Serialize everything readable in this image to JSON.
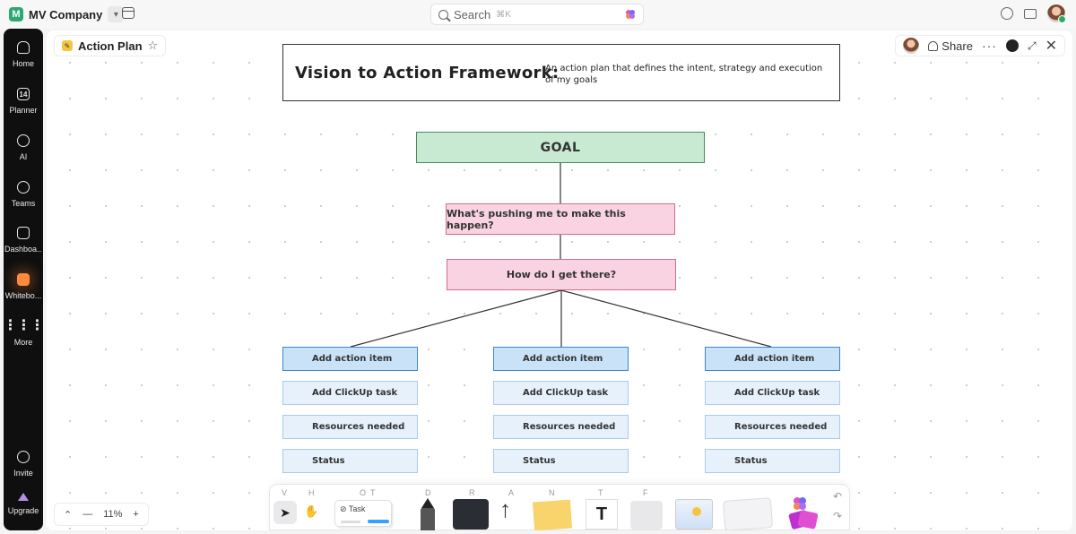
{
  "topbar": {
    "workspace_initial": "M",
    "workspace_name": "MV Company",
    "search_placeholder": "Search",
    "search_shortcut": "⌘K"
  },
  "sidebar": {
    "items": [
      {
        "label": "Home",
        "icon": "home-icon"
      },
      {
        "label": "Planner",
        "icon": "calendar-icon",
        "glyph": "14"
      },
      {
        "label": "AI",
        "icon": "ai-icon"
      },
      {
        "label": "Teams",
        "icon": "teams-icon"
      },
      {
        "label": "Dashboa...",
        "icon": "dashboard-icon"
      },
      {
        "label": "Whitebo...",
        "icon": "whiteboard-icon"
      },
      {
        "label": "More",
        "icon": "more-icon"
      },
      {
        "label": "Invite",
        "icon": "invite-icon"
      },
      {
        "label": "Upgrade",
        "icon": "upgrade-icon"
      }
    ]
  },
  "breadcrumb": {
    "title": "Action Plan"
  },
  "header_actions": {
    "share_label": "Share"
  },
  "board": {
    "title": "Vision to Action Framework:",
    "description": "An action plan that defines the intent, strategy and execution of my goals",
    "goal": "GOAL",
    "why": "What's pushing me to make this happen?",
    "how": "How do I get there?",
    "columns": [
      {
        "action": "Add action item",
        "task": "Add ClickUp task",
        "resources": "Resources needed",
        "status": "Status"
      },
      {
        "action": "Add action item",
        "task": "Add ClickUp task",
        "resources": "Resources needed",
        "status": "Status"
      },
      {
        "action": "Add action item",
        "task": "Add ClickUp task",
        "resources": "Resources needed",
        "status": "Status"
      }
    ]
  },
  "zoom": {
    "level": "11%"
  },
  "toolbar": {
    "keys": [
      "V",
      "H",
      "O",
      "T",
      "D",
      "R",
      "A",
      "N",
      "T",
      "F"
    ],
    "task_label": "Task",
    "text_glyph": "T"
  },
  "colors": {
    "goal_fill": "#c8ead3",
    "pink_fill": "#f9d3e1",
    "action_fill": "#c9e2f8",
    "sub_fill": "#e6f1fc",
    "accent": "#ff8a3d"
  }
}
